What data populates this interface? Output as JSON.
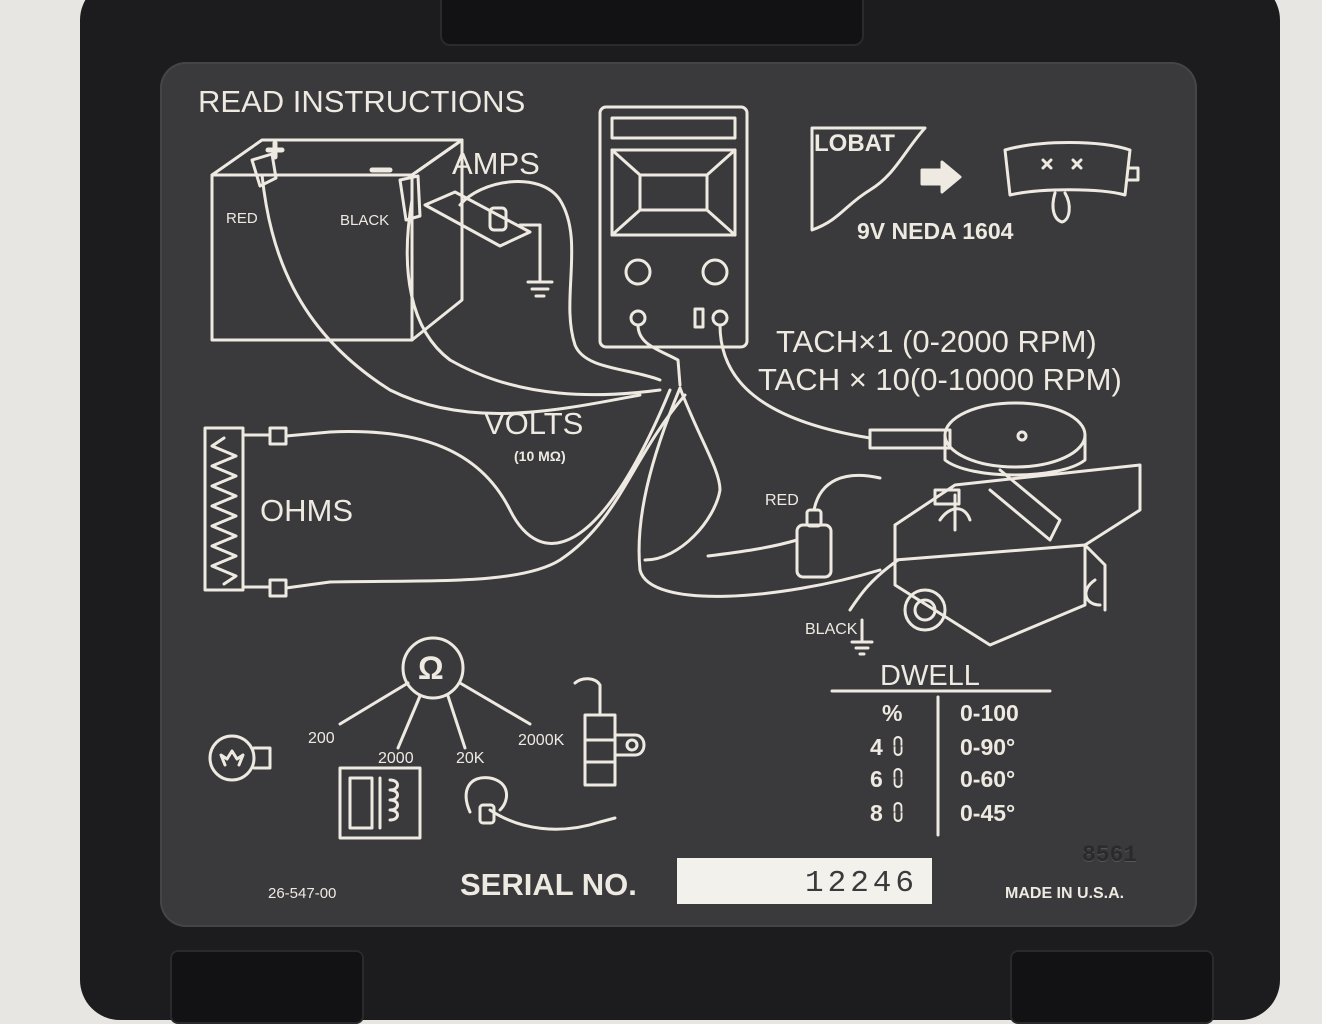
{
  "labels": {
    "read_instructions": "READ  INSTRUCTIONS",
    "amps": "AMPS",
    "red_battery": "RED",
    "black_battery": "BLACK",
    "lobat": "LOBAT",
    "battery_spec": "9V NEDA 1604",
    "tach_1": "TACH×1 (0-2000 RPM)",
    "tach_10": "TACH × 10(0-10000 RPM)",
    "volts": "VOLTS",
    "volts_impedance": "(10 MΩ)",
    "ohms": "OHMS",
    "red_coil": "RED",
    "black_coil": "BLACK",
    "ohm_symbol": "Ω",
    "range_200": "200",
    "range_2000": "2000",
    "range_20k": "20K",
    "range_2000k": "2000K",
    "part_number": "26-547-00",
    "serial_label": "SERIAL NO.",
    "serial_value": "12246",
    "made_in": "MADE IN U.S.A.",
    "stamp_code": "8561"
  },
  "dwell_table": {
    "title": "DWELL",
    "rows": [
      {
        "cyl": "%",
        "range": "0-100"
      },
      {
        "cyl": "4",
        "range": "0-90°"
      },
      {
        "cyl": "6",
        "range": "0-60°"
      },
      {
        "cyl": "8",
        "range": "0-45°"
      }
    ]
  },
  "colors": {
    "plate": "#3a3a3c",
    "ink": "#eeeae2",
    "case": "#1c1c1e"
  }
}
